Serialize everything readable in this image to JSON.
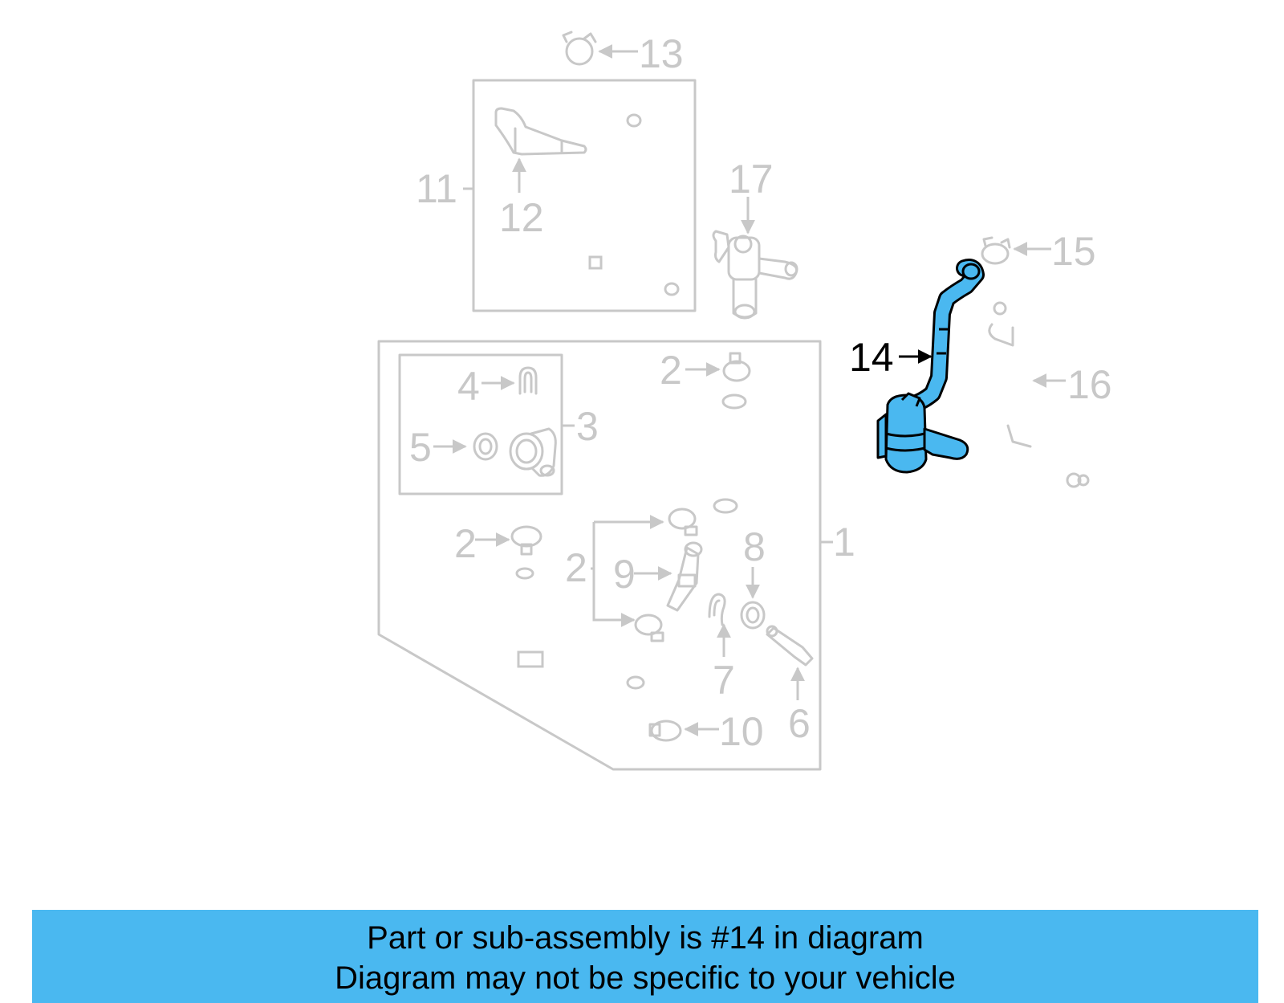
{
  "colors": {
    "highlight": "#4ab8f0",
    "ghost": "#c8c8c8",
    "banner": "#4ab8f0"
  },
  "callouts": {
    "c1": "1",
    "c2a": "2",
    "c2b": "2",
    "c2c": "2",
    "c3": "3",
    "c4": "4",
    "c5": "5",
    "c6": "6",
    "c7": "7",
    "c8": "8",
    "c9": "9",
    "c10": "10",
    "c11": "11",
    "c12": "12",
    "c13": "13",
    "c14": "14",
    "c15": "15",
    "c16": "16",
    "c17": "17"
  },
  "banner": {
    "line1": "Part or sub-assembly is #14 in diagram",
    "line2": "Diagram may not be specific to your vehicle"
  }
}
